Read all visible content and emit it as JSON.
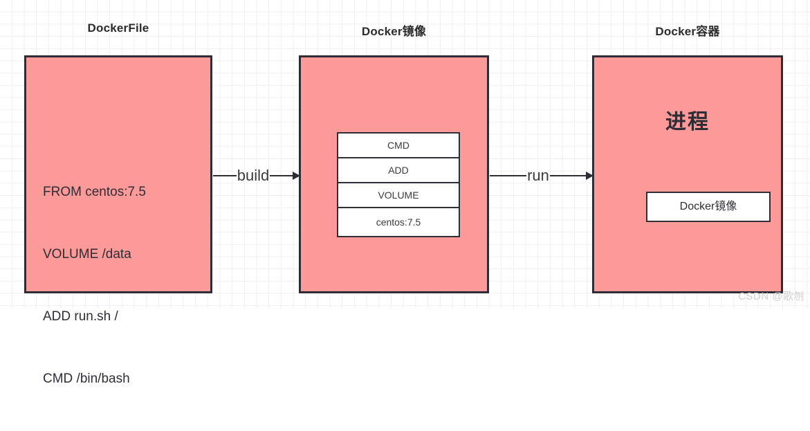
{
  "diagram": {
    "background": "grid",
    "accent_color": "#fc9a9a",
    "stroke_color": "#2e2c34",
    "columns": [
      {
        "id": "dockerfile",
        "title": "DockerFile",
        "code_lines": [
          "FROM centos:7.5",
          "VOLUME /data",
          "ADD run.sh /",
          "CMD /bin/bash"
        ]
      },
      {
        "id": "docker-image",
        "title": "Docker镜像",
        "layers": [
          "CMD",
          "ADD",
          "VOLUME",
          "centos:7.5"
        ]
      },
      {
        "id": "docker-container",
        "title": "Docker容器",
        "process_label": "进程",
        "inner_box_label": "Docker镜像"
      }
    ],
    "arrows": [
      {
        "id": "build",
        "label": "build",
        "from": "dockerfile",
        "to": "docker-image"
      },
      {
        "id": "run",
        "label": "run",
        "from": "docker-image",
        "to": "docker-container"
      }
    ]
  },
  "watermark": {
    "text": "CSDN @歌刎"
  }
}
